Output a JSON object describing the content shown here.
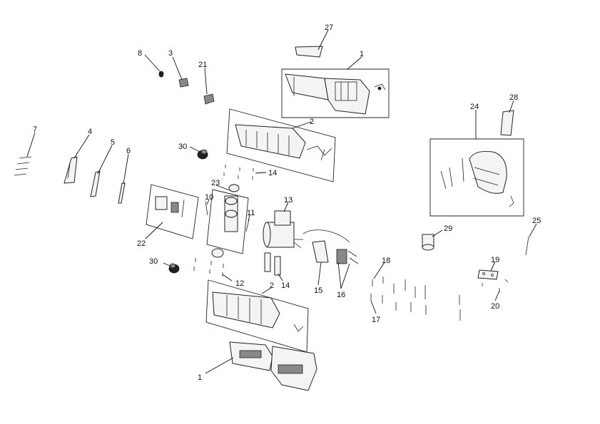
{
  "callouts": [
    {
      "id": "c27",
      "text": "27"
    },
    {
      "id": "c1a",
      "text": "1"
    },
    {
      "id": "c8",
      "text": "8"
    },
    {
      "id": "c3",
      "text": "3"
    },
    {
      "id": "c21",
      "text": "21"
    },
    {
      "id": "c2a",
      "text": "2"
    },
    {
      "id": "c28",
      "text": "28"
    },
    {
      "id": "c24",
      "text": "24"
    },
    {
      "id": "c7",
      "text": "7"
    },
    {
      "id": "c4",
      "text": "4"
    },
    {
      "id": "c5",
      "text": "5"
    },
    {
      "id": "c6",
      "text": "6"
    },
    {
      "id": "c30a",
      "text": "30"
    },
    {
      "id": "c14a",
      "text": "14"
    },
    {
      "id": "c23",
      "text": "23"
    },
    {
      "id": "c13",
      "text": "13"
    },
    {
      "id": "c10",
      "text": "10"
    },
    {
      "id": "c11",
      "text": "11"
    },
    {
      "id": "c22",
      "text": "22"
    },
    {
      "id": "c29",
      "text": "29"
    },
    {
      "id": "c25",
      "text": "25"
    },
    {
      "id": "c30b",
      "text": "30"
    },
    {
      "id": "c18",
      "text": "18"
    },
    {
      "id": "c19",
      "text": "19"
    },
    {
      "id": "c12",
      "text": "12"
    },
    {
      "id": "c14b",
      "text": "14"
    },
    {
      "id": "c15",
      "text": "15"
    },
    {
      "id": "c16",
      "text": "16"
    },
    {
      "id": "c2b",
      "text": "2"
    },
    {
      "id": "c20",
      "text": "20"
    },
    {
      "id": "c17",
      "text": "17"
    },
    {
      "id": "c1b",
      "text": "1"
    }
  ]
}
